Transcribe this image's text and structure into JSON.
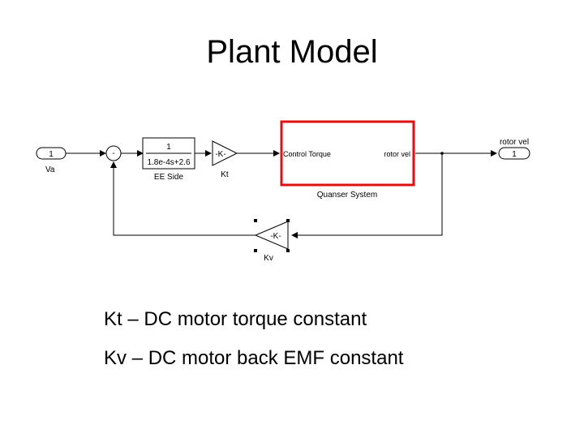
{
  "slide": {
    "title": "Plant Model",
    "bullets": [
      "Kt – DC motor torque constant",
      "Kv – DC motor back EMF constant"
    ]
  },
  "diagram": {
    "inport": {
      "number": "1",
      "label": "Va"
    },
    "sum": {
      "signs": "-"
    },
    "transfer_fcn": {
      "numerator": "1",
      "denominator": "1.8e-4s+2.6",
      "label": "EE Side"
    },
    "gain_kt": {
      "value": "-K-",
      "label": "Kt"
    },
    "subsystem": {
      "input_port": "Control Torque",
      "output_port": "rotor vel",
      "label": "Quanser System",
      "highlight_color": "#dd1111"
    },
    "outport": {
      "number": "1",
      "label": "rotor vel"
    },
    "gain_kv": {
      "value": "-K-",
      "label": "Kv"
    }
  }
}
